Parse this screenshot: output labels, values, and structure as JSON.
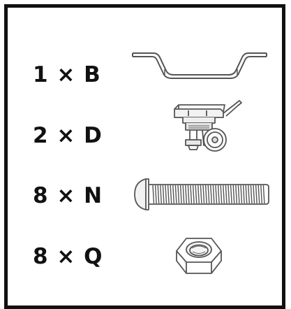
{
  "parts": [
    {
      "label": "1 × B",
      "icon": "bracket-icon"
    },
    {
      "label": "2 × D",
      "icon": "caster-wheel-icon"
    },
    {
      "label": "8 × N",
      "icon": "bolt-icon"
    },
    {
      "label": "8 × Q",
      "icon": "hex-nut-icon"
    }
  ],
  "colors": {
    "border": "#111111",
    "text": "#111111",
    "line_art": "#555555"
  }
}
